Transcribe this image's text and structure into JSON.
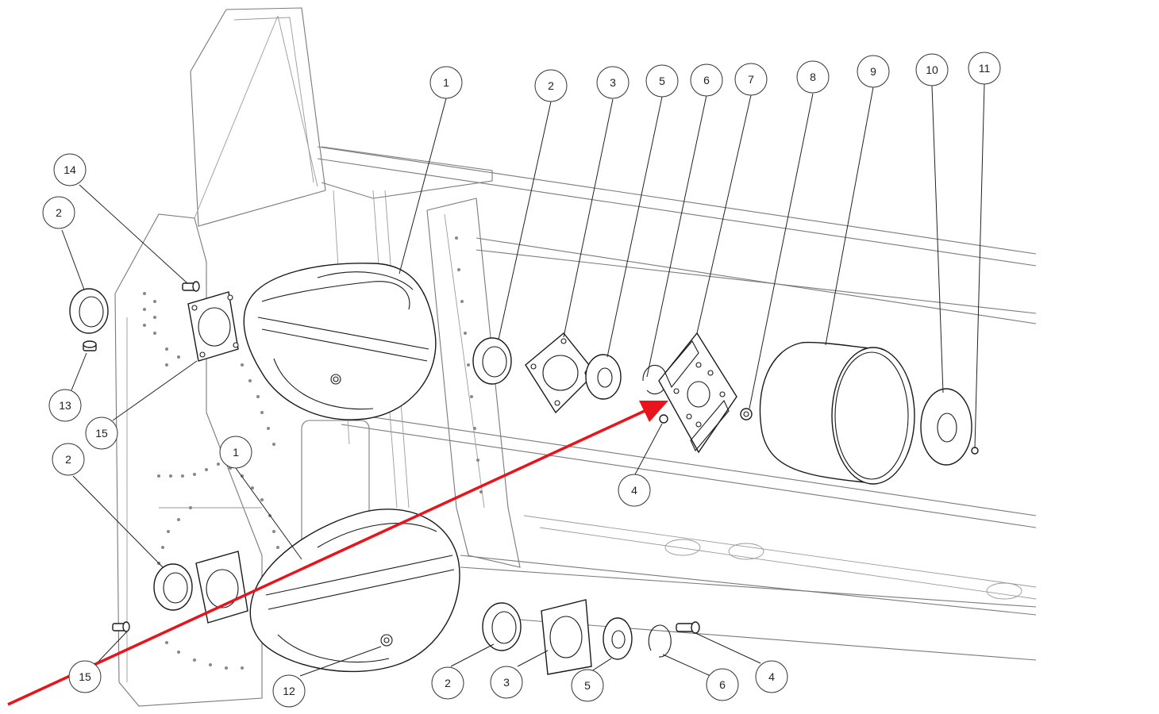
{
  "diagram": {
    "callouts": [
      {
        "id": "c1a",
        "label": "1"
      },
      {
        "id": "c1b",
        "label": "1"
      },
      {
        "id": "c2a",
        "label": "2"
      },
      {
        "id": "c2b",
        "label": "2"
      },
      {
        "id": "c2c",
        "label": "2"
      },
      {
        "id": "c2d",
        "label": "2"
      },
      {
        "id": "c3a",
        "label": "3"
      },
      {
        "id": "c3b",
        "label": "3"
      },
      {
        "id": "c4a",
        "label": "4"
      },
      {
        "id": "c4b",
        "label": "4"
      },
      {
        "id": "c5a",
        "label": "5"
      },
      {
        "id": "c5b",
        "label": "5"
      },
      {
        "id": "c6a",
        "label": "6"
      },
      {
        "id": "c6b",
        "label": "6"
      },
      {
        "id": "c7",
        "label": "7"
      },
      {
        "id": "c8",
        "label": "8"
      },
      {
        "id": "c9",
        "label": "9"
      },
      {
        "id": "c10",
        "label": "10"
      },
      {
        "id": "c11",
        "label": "11"
      },
      {
        "id": "c12",
        "label": "12"
      },
      {
        "id": "c13",
        "label": "13"
      },
      {
        "id": "c14",
        "label": "14"
      },
      {
        "id": "c15a",
        "label": "15"
      },
      {
        "id": "c15b",
        "label": "15"
      }
    ],
    "colors": {
      "arrow": "#e8141c",
      "line": "#1a1a1a",
      "frame": "#7a7a7a"
    }
  }
}
